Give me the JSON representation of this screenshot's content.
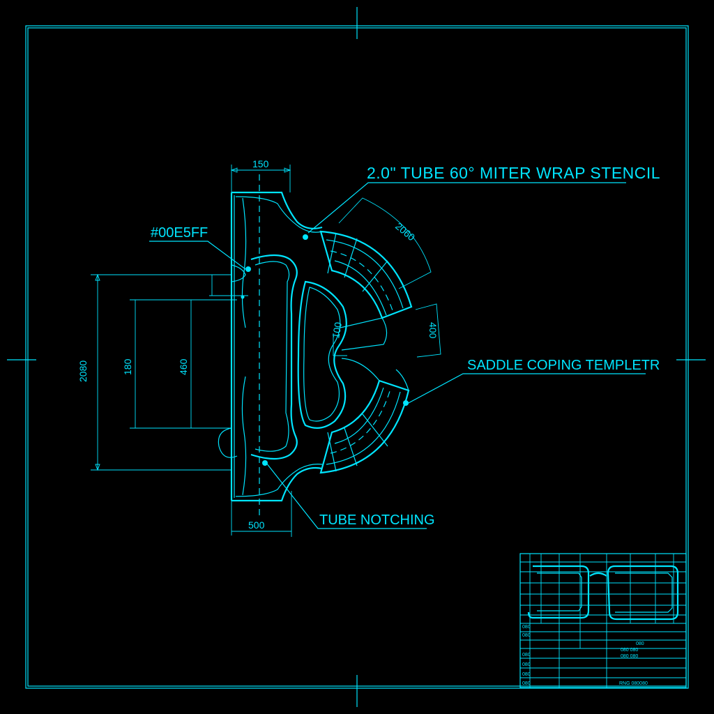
{
  "colors": {
    "background": "#000000",
    "line": "#00E5FF"
  },
  "labels": {
    "title": "2.0\" TUBE 60° MITER WRAP STENCIL",
    "color_code": "#00E5FF",
    "saddle": "SADDLE COPING TEMPLETR",
    "notching": "TUBE NOTCHING"
  },
  "dimensions": {
    "top_width": "150",
    "bottom_width": "500",
    "overall_height": "2080",
    "inner_height_a": "180",
    "inner_height_b": "460",
    "arc_length": "2060",
    "arc_gap": "400",
    "throat_gap": "100"
  },
  "title_block": {
    "rows": [
      "080",
      "080",
      "080",
      "080",
      "080",
      "080"
    ],
    "notes": [
      "080",
      "080 080",
      "080 080"
    ],
    "footer": "RNG 080080"
  }
}
